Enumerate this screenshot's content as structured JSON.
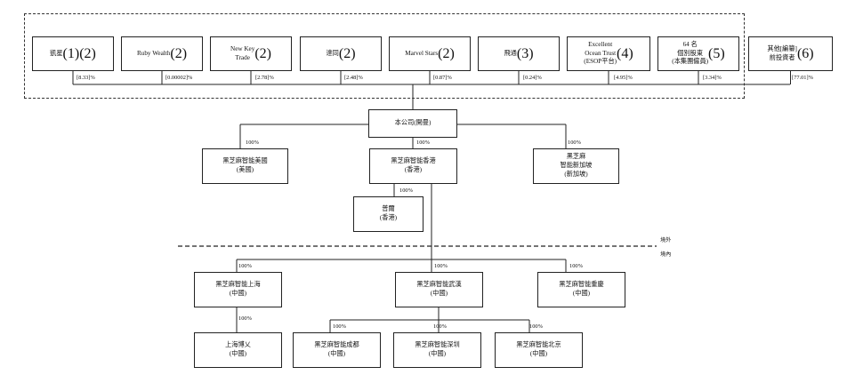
{
  "shareholders": [
    {
      "id": "sh1",
      "label": "凱星",
      "note": "(1)(2)",
      "pct": "[8.33]%"
    },
    {
      "id": "sh2",
      "label": "Ruby Wealth",
      "note": "(2)",
      "pct": "[0.00002]%"
    },
    {
      "id": "sh3",
      "label": "New Key\nTrade",
      "note": "(2)",
      "pct": "[2.78]%"
    },
    {
      "id": "sh4",
      "label": "達同",
      "note": "(2)",
      "pct": "[2.48]%"
    },
    {
      "id": "sh5",
      "label": "Marvel Stars",
      "note": "(2)",
      "pct": "[0.87]%"
    },
    {
      "id": "sh6",
      "label": "飛通",
      "note": "(3)",
      "pct": "[0.24]%"
    },
    {
      "id": "sh7",
      "label": "Excellent\nOcean Trust\n(ESOP平台)",
      "note": "(4)",
      "pct": "[4.95]%"
    },
    {
      "id": "sh8",
      "label": "64 名\n個別股東\n(本集團僱員)",
      "note": "(5)",
      "pct": "[3.34]%"
    },
    {
      "id": "sh9",
      "label": "其他[編纂]\n前投資者",
      "note": "(6)",
      "pct": "[77.01]%"
    }
  ],
  "company": {
    "label": "本公司(開曼)"
  },
  "offshore": [
    {
      "id": "us",
      "label": "黑芝麻智能美國\n(美國)",
      "pct": "100%"
    },
    {
      "id": "hk",
      "label": "黑芝麻智能香港\n(香港)",
      "pct": "100%"
    },
    {
      "id": "sg",
      "label": "黑芝麻\n智能新加坡\n(新加坡)",
      "pct": "100%"
    },
    {
      "id": "pm",
      "label": "普爾\n(香港)",
      "pct": "100%"
    }
  ],
  "regions": {
    "outside": "境外",
    "inside": "境內"
  },
  "onshore": [
    {
      "id": "sh",
      "label": "黑芝麻智能上海\n(中國)",
      "pct": "100%"
    },
    {
      "id": "wh",
      "label": "黑芝麻智能武漢\n(中國)",
      "pct": "100%"
    },
    {
      "id": "cq",
      "label": "黑芝麻智能重慶\n(中國)",
      "pct": "100%"
    },
    {
      "id": "by",
      "label": "上海博乂\n(中國)",
      "pct": "100%"
    },
    {
      "id": "cd",
      "label": "黑芝麻智能成都\n(中國)",
      "pct": "100%"
    },
    {
      "id": "sz",
      "label": "黑芝麻智能深圳\n(中國)",
      "pct": "100%"
    },
    {
      "id": "bj",
      "label": "黑芝麻智能北京\n(中國)",
      "pct": "100%"
    }
  ]
}
